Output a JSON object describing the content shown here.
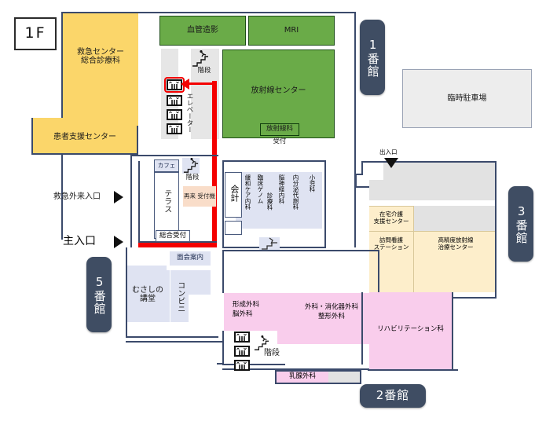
{
  "floor": {
    "label": "1F"
  },
  "buildings": [
    {
      "name": "bldg-1",
      "label": "1番館"
    },
    {
      "name": "bldg-3",
      "label": "3番館"
    },
    {
      "name": "bldg-5",
      "label": "5番館"
    },
    {
      "name": "bldg-2",
      "label": "2番館"
    }
  ],
  "rooms": {
    "emergency_center": "救急センター\n総合診療科",
    "patient_support": "患者支援センター",
    "angiography": "血管造影",
    "mri": "MRI",
    "radiology_center": "放射線センター",
    "radiology_dept": "放射線科",
    "radiology_reception": "受付",
    "temp_parking": "臨時駐車場",
    "cafe": "カフェ",
    "terrace": "テラス",
    "general_reception": "総合受付",
    "rearrival_machine": "再来\n受付機",
    "accounting": "会計",
    "visitor_info": "面会案内",
    "musashino_hall": "むさしの\n講堂",
    "convenience": "コンビニ",
    "home_care_support": "在宅介護\n支援センター",
    "visiting_nursing": "訪問看護\nステーション",
    "high_precision_radiation": "高精度放射線\n治療センター",
    "rehabilitation": "リハビリテーション科",
    "plastic_brain_surgery": "形成外科\n脳外科",
    "surgery_ortho": "外科・消化器外科\n整形外科",
    "breast_surgery": "乳腺外科"
  },
  "clinic_columns": [
    {
      "name": "pediatrics",
      "label": "小児科"
    },
    {
      "name": "endocrinology",
      "label": "内分泌代謝科"
    },
    {
      "name": "neurology",
      "label": "脳神経内科"
    },
    {
      "name": "clinical-genome",
      "label": "臨床ゲノム"
    },
    {
      "name": "clinical-genome-sub",
      "label": "診療科"
    },
    {
      "name": "palliative-care",
      "label": "緩和ケア内科"
    }
  ],
  "entrances": [
    {
      "name": "emergency-outpatient-entrance",
      "label": "救急外来入口"
    },
    {
      "name": "main-entrance",
      "label": "主入口"
    },
    {
      "name": "side-entrance",
      "label": "出入口"
    }
  ],
  "stairs_labels": [
    {
      "name": "stairs-north",
      "label": "階段"
    },
    {
      "name": "stairs-center",
      "label": "階段"
    },
    {
      "name": "stairs-south",
      "label": "階段"
    }
  ],
  "elevator": {
    "label": "エレベーター"
  },
  "colors": {
    "yellow": "#fbd66a",
    "green": "#6aab48",
    "blue": "#dfe3f2",
    "pink": "#f9cdec",
    "cream": "#fdeecb",
    "grey": "#e2e2e2",
    "route_red": "#f40000",
    "outline": "#3b4a6b",
    "building_tag": "#3f4d63"
  }
}
